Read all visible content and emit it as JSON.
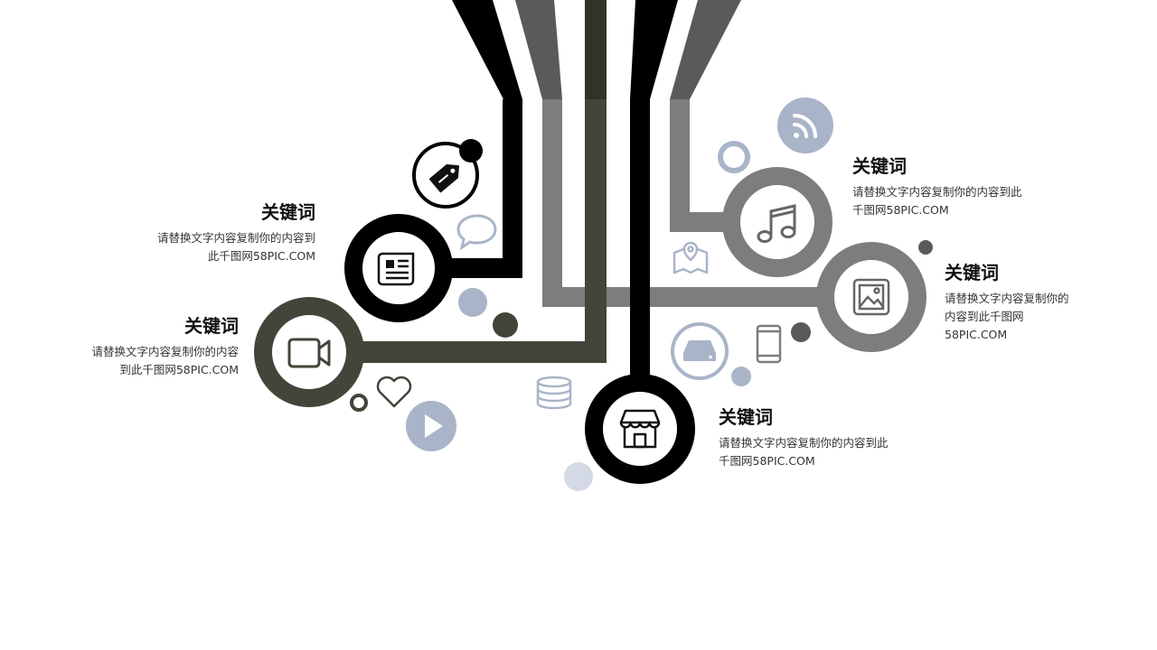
{
  "nodes": [
    {
      "id": "news",
      "title": "关键词",
      "desc_line1": "请替换文字内容复制你的内容到",
      "desc_line2": "此千图网58PIC.COM",
      "ring_color": "#000000",
      "icon": "newspaper-icon"
    },
    {
      "id": "video",
      "title": "关键词",
      "desc_line1": "请替换文字内容复制你的内容",
      "desc_line2": "到此千图网58PIC.COM",
      "ring_color": "#45443a",
      "icon": "video-camera-icon"
    },
    {
      "id": "music",
      "title": "关键词",
      "desc_line1": "请替换文字内容复制你的内容到此",
      "desc_line2": "千图网58PIC.COM",
      "ring_color": "#7d7d7d",
      "icon": "music-note-icon"
    },
    {
      "id": "image",
      "title": "关键词",
      "desc_line1": "请替换文字内容复制你的",
      "desc_line2": "内容到此千图网",
      "desc_line3": "58PIC.COM",
      "ring_color": "#7d7d7d",
      "icon": "image-icon"
    },
    {
      "id": "store",
      "title": "关键词",
      "desc_line1": "请替换文字内容复制你的内容到此",
      "desc_line2": "千图网58PIC.COM",
      "ring_color": "#000000",
      "icon": "storefront-icon"
    }
  ],
  "colors": {
    "black": "#000000",
    "dark_olive": "#45443a",
    "gray": "#7d7d7d",
    "dark_gray": "#5a5a5a",
    "accent_blue": "#a9b4c8",
    "light_blue": "#d3dae5"
  },
  "decorations": [
    "price-tag-icon",
    "chat-bubble-icon",
    "rss-icon",
    "map-pin-icon",
    "heart-icon",
    "play-icon",
    "database-icon",
    "hard-drive-icon",
    "mobile-phone-icon"
  ]
}
